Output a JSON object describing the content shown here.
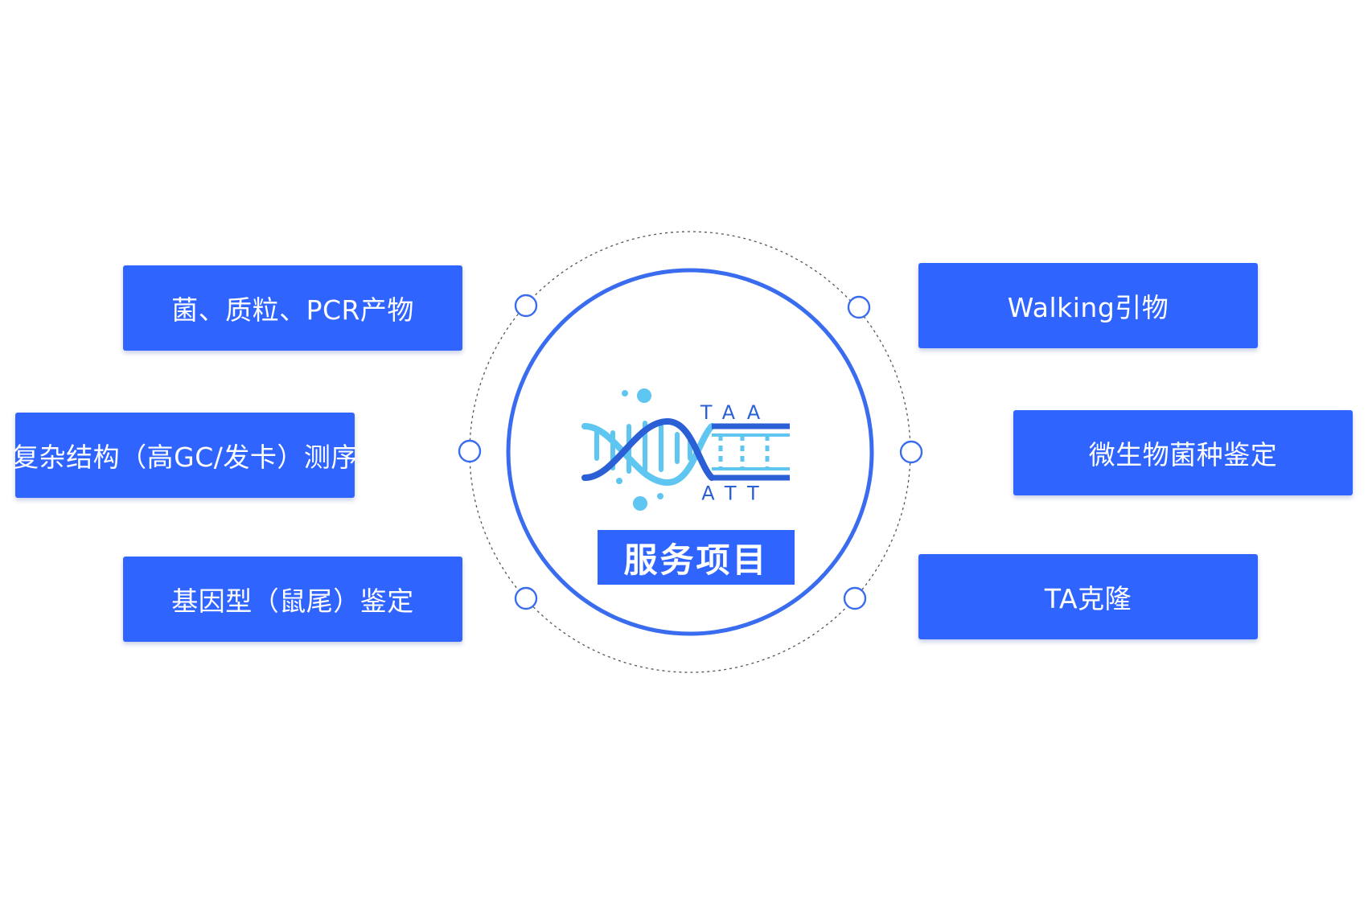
{
  "center": {
    "label": "服务项目",
    "dna_top_letters": "TAA",
    "dna_bottom_letters": "ATT"
  },
  "services": [
    {
      "label": "菌、质粒、PCR产物"
    },
    {
      "label": "复杂结构（高GC/发卡）测序"
    },
    {
      "label": "基因型（鼠尾）鉴定"
    },
    {
      "label": "Walking引物"
    },
    {
      "label": "微生物菌种鉴定"
    },
    {
      "label": "TA克隆"
    }
  ],
  "colors": {
    "primary": "#2f64ff",
    "ring": "#3a6cf0",
    "dna_dark": "#2a5fd6",
    "dna_light": "#5fc6f2",
    "dotted_orbit": "#555555"
  }
}
